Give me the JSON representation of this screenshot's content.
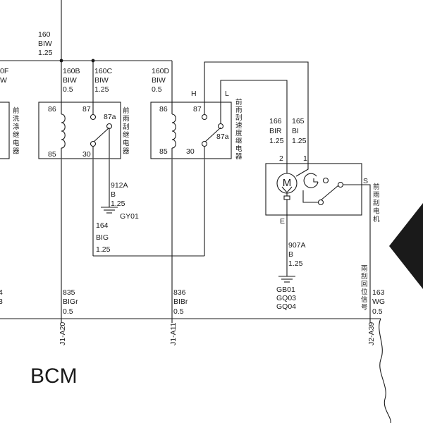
{
  "wires": {
    "w160": [
      "160",
      "BIW",
      "1.25"
    ],
    "w160b": [
      "160B",
      "BIW",
      "0.5"
    ],
    "w160c": [
      "160C",
      "BIW",
      "1.25"
    ],
    "w160d": [
      "160D",
      "BIW",
      "0.5"
    ],
    "w912a": [
      "912A",
      "B",
      "1.25"
    ],
    "w164": [
      "164",
      "BIG",
      "1.25"
    ],
    "w166": [
      "166",
      "BIR",
      "1.25"
    ],
    "w165": [
      "165",
      "BI",
      "1.25"
    ],
    "w907a": [
      "907A",
      "B",
      "1.25"
    ],
    "w835": [
      "835",
      "BIGr",
      "0.5"
    ],
    "w836": [
      "836",
      "BIBr",
      "0.5"
    ],
    "w163": [
      "163",
      "WG",
      "0.5"
    ]
  },
  "partial": {
    "left_top": [
      "0F",
      "W"
    ],
    "left_bottom": [
      "4",
      "3"
    ]
  },
  "relays": {
    "washer": "前洗涤继电器",
    "wiper": "前雨刮继电器",
    "speed": "前雨刮速度继电器"
  },
  "motor_label": "前雨刮电机",
  "signal_label": "雨刮回位信号",
  "pins": {
    "p86": "86",
    "p87": "87",
    "p87a": "87a",
    "p85": "85",
    "p30": "30",
    "H": "H",
    "L": "L",
    "m2": "2",
    "m1": "1",
    "mS": "S",
    "mE": "E",
    "motor": "M"
  },
  "grounds": {
    "gy01": "GY01",
    "gb": [
      "GB01",
      "GQ03",
      "GQ04"
    ]
  },
  "connectors": {
    "c1": "J1-A20",
    "c2": "J1-A11",
    "c3": "J2-A39"
  },
  "module": "BCM"
}
